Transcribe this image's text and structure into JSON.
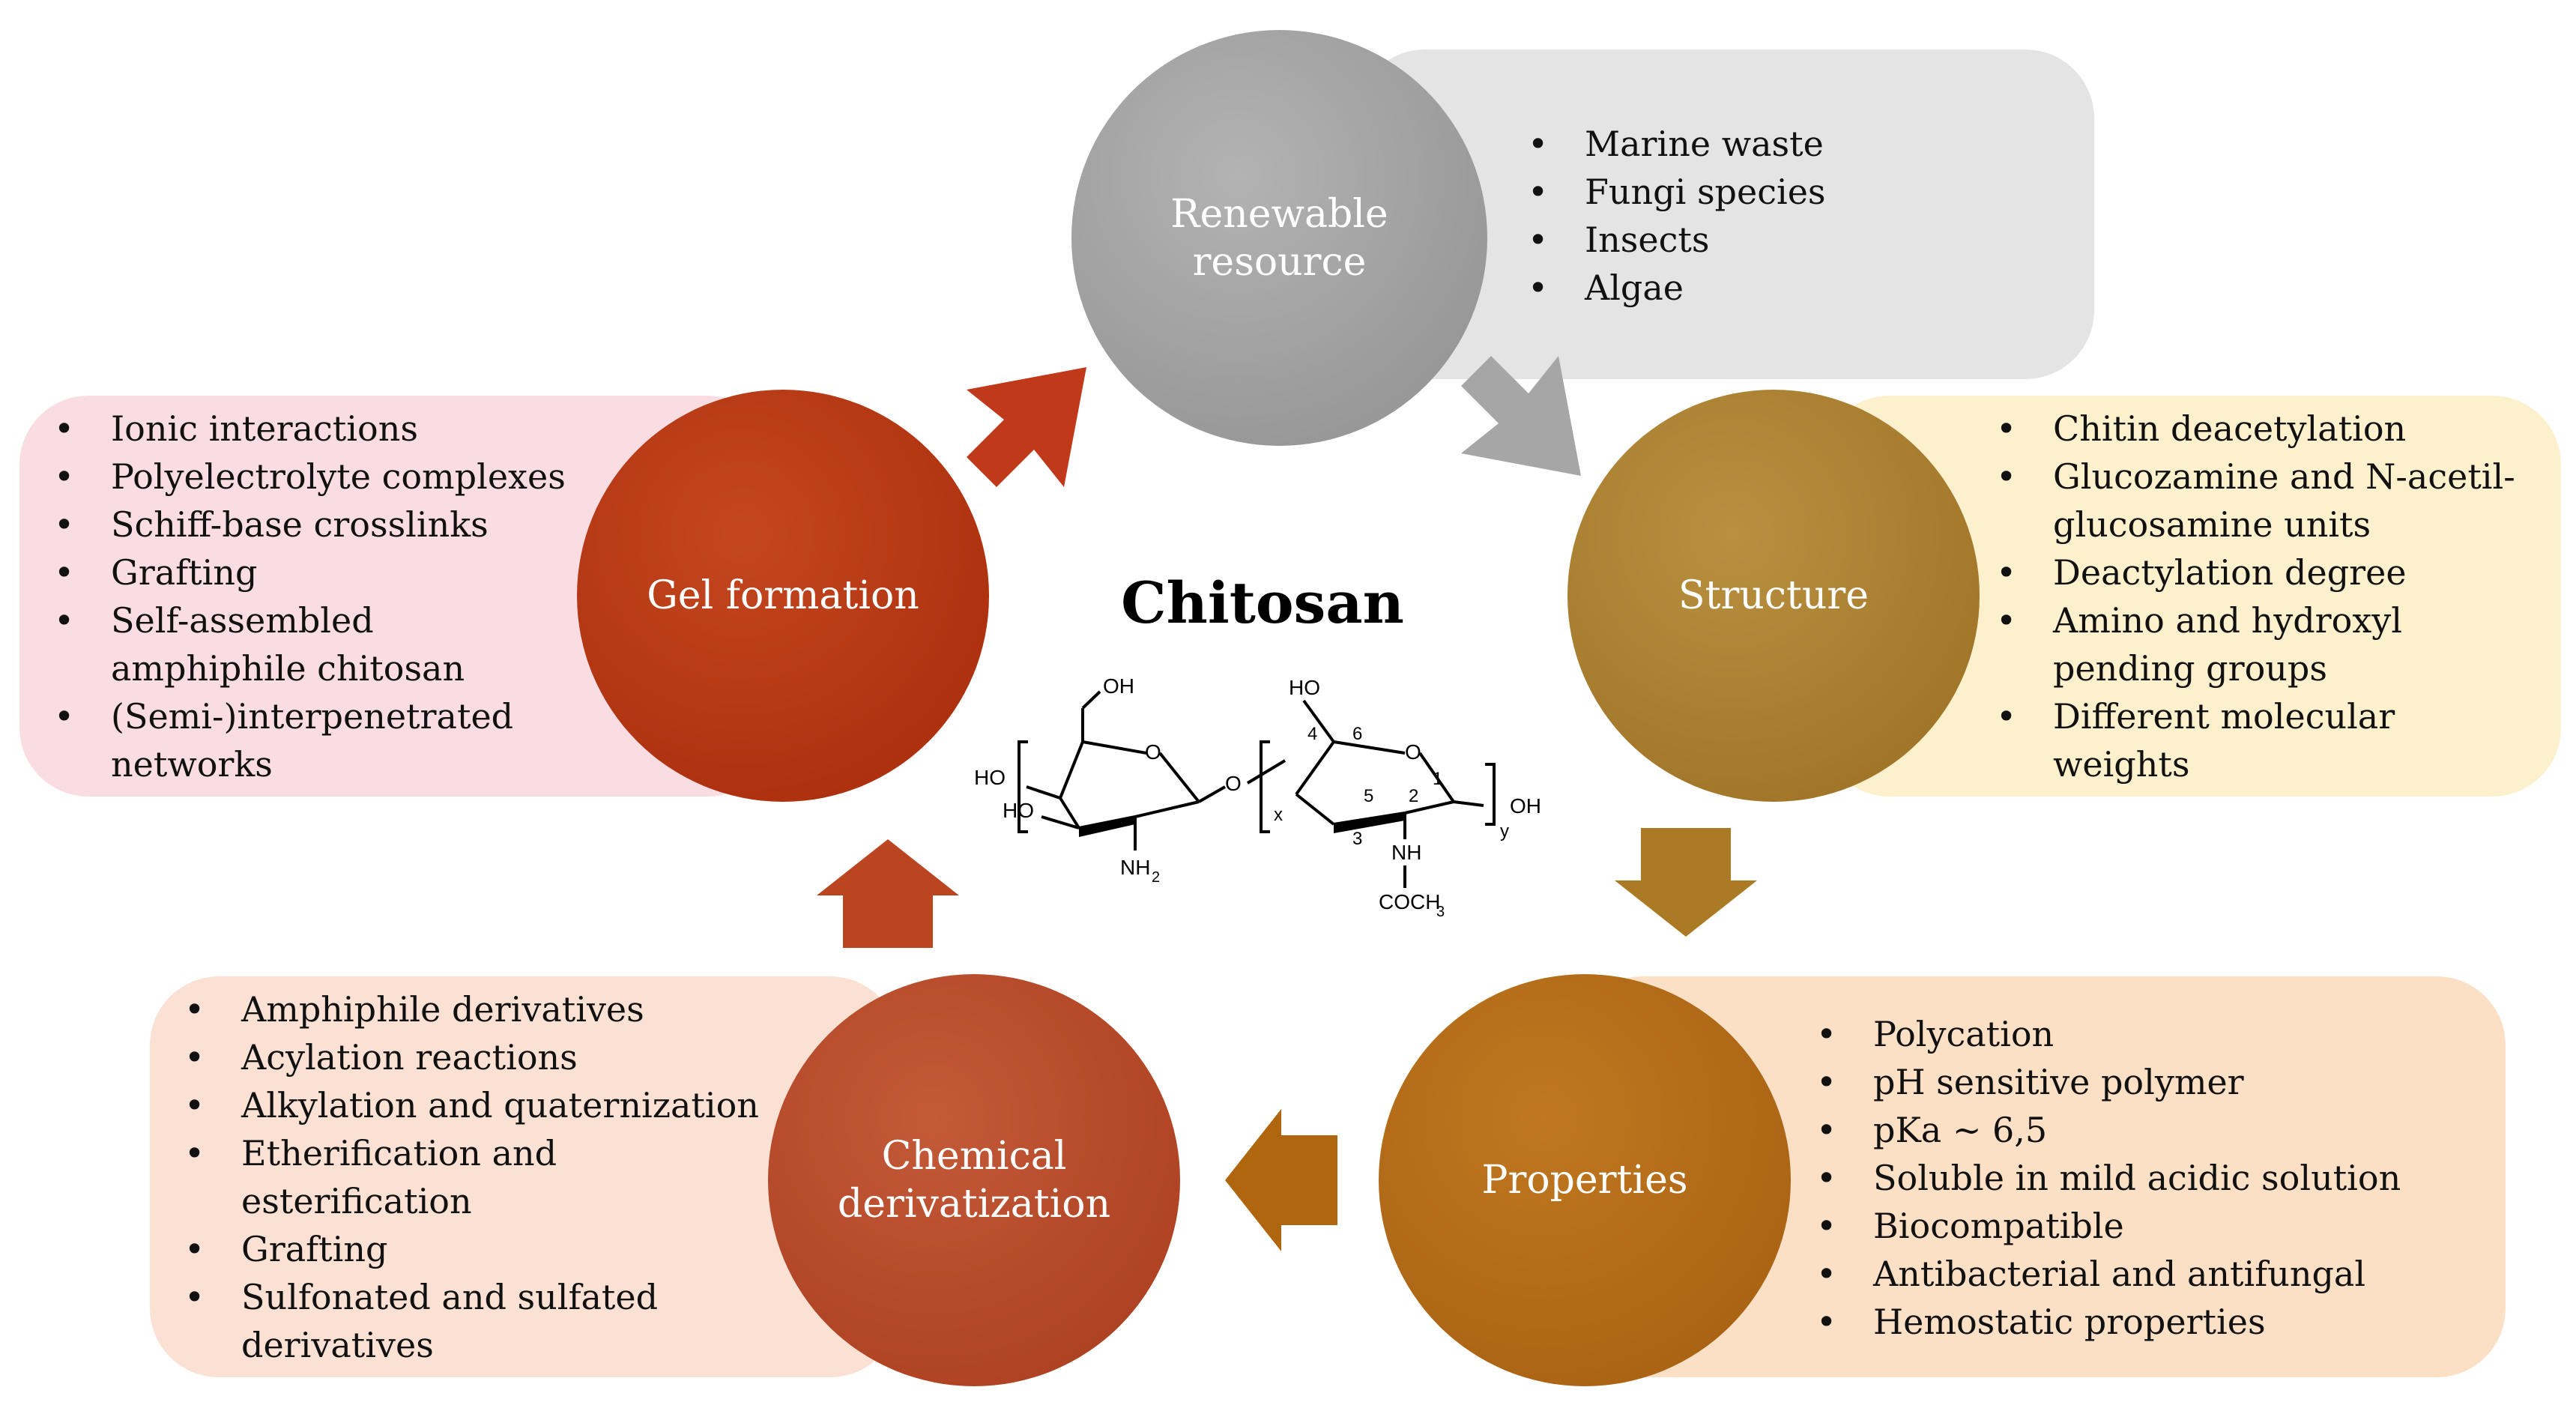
{
  "center": {
    "title": "Chitosan",
    "structure_labels": {
      "oh_top_left": "OH",
      "ho_left": "HO",
      "ho_left_lower": "HO",
      "o_ring_left": "O",
      "nh2": "NH",
      "nh2_sub": "2",
      "o_link": "O",
      "x": "x",
      "ho_top_right": "HO",
      "o_ring_right": "O",
      "oh_right": "OH",
      "y": "y",
      "nh": "NH",
      "coch3": "COCH",
      "coch3_sub": "3",
      "n1": "1",
      "n2": "2",
      "n3": "3",
      "n4": "4",
      "n5": "5",
      "n6": "6"
    }
  },
  "nodes": {
    "renewable": {
      "label": "Renewable\nresource",
      "color": "#a0a0a0",
      "panel_color": "#e4e4e4",
      "items": [
        "Marine waste",
        "Fungi species",
        "Insects",
        "Algae"
      ]
    },
    "structure": {
      "label": "Structure",
      "color": "#a87a2c",
      "panel_color": "#fdf0cc",
      "items": [
        "Chitin deacetylation",
        "Glucozamine and N-acetil-glucosamine units",
        "Deactylation degree",
        "Amino and hydroxyl pending groups",
        "Different molecular weights"
      ]
    },
    "properties": {
      "label": "Properties",
      "color": "#b06a18",
      "panel_color": "#fbe0c6",
      "items": [
        "Polycation",
        "pH sensitive polymer",
        "pKa ~ 6,5",
        "Soluble in mild acidic solution",
        "Biocompatible",
        "Antibacterial and antifungal",
        "Hemostatic properties"
      ]
    },
    "chemical": {
      "label": "Chemical\nderivatization",
      "color": "#b54a2a",
      "panel_color": "#fbe0d4",
      "items": [
        "Amphiphile derivatives",
        "Acylation reactions",
        "Alkylation and quaternization",
        "Etherification and esterification",
        "Grafting",
        "Sulfonated and sulfated derivatives"
      ]
    },
    "gel": {
      "label": "Gel formation",
      "color": "#b53515",
      "panel_color": "#f9dde2",
      "items": [
        "Ionic interactions",
        "Polyelectrolyte complexes",
        "Schiff-base crosslinks",
        "Grafting",
        "Self-assembled amphiphile chitosan",
        "(Semi-)interpenetrated networks"
      ]
    }
  }
}
